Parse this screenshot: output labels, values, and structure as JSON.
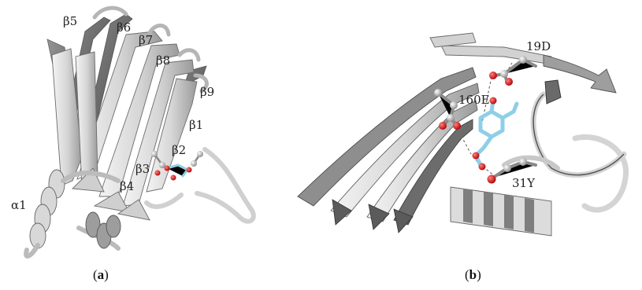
{
  "panel_a": {
    "caption_letter": "a",
    "labels": [
      "β5",
      "β6",
      "β7",
      "β8",
      "β9",
      "β1",
      "β2",
      "β3",
      "β4",
      "α1"
    ]
  },
  "panel_b": {
    "caption_letter": "b",
    "residues": [
      "19D",
      "160E",
      "31Y"
    ]
  },
  "colors": {
    "ribbon_light": "#e6e6e6",
    "ribbon_mid": "#b9b9b9",
    "ribbon_dark": "#7a7a7a",
    "ligand": "#8ecfe8",
    "oxygen": "#d32020",
    "atom_grey": "#9a9a9a"
  }
}
